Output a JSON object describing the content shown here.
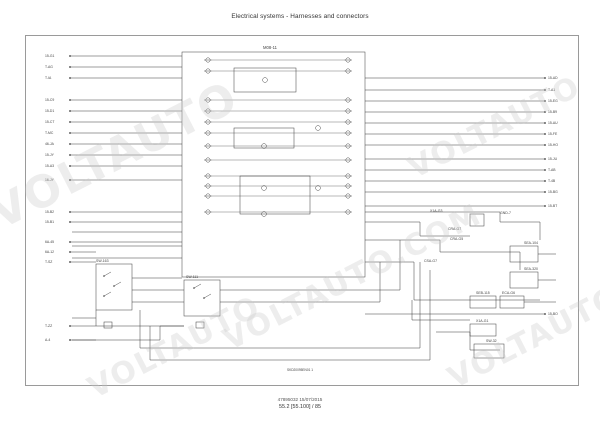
{
  "header": {
    "title": "Electrical systems - Harnesses and connectors"
  },
  "footer": {
    "doc_code": "47895032 15/07/2015",
    "page_ref": "55.2 [55.100] / 85"
  },
  "diagram": {
    "image_ref": "SKD20095EN01   1",
    "main_connector": "M08-11",
    "connectors": [
      {
        "label": "X1A-G3"
      },
      {
        "label": "CRA-G7"
      },
      {
        "label": "CRA-G5"
      },
      {
        "label": "CSA-G7"
      },
      {
        "label": "GND-7"
      },
      {
        "label": "SEA-104"
      },
      {
        "label": "SEA-320"
      },
      {
        "label": "SW-163"
      },
      {
        "label": "SW-111"
      },
      {
        "label": "SEB-115"
      },
      {
        "label": "ECA-G6"
      },
      {
        "label": "X1A-G1"
      },
      {
        "label": "SW-32"
      }
    ],
    "left_terminals": [
      "15-G1",
      "T-AG",
      "T-IA",
      "15-C9",
      "15-D1",
      "15-CT",
      "T-MC",
      "46-JA",
      "15-JY",
      "15-A3",
      "16-JY",
      "15-B2",
      "15-B1",
      "6A-45",
      "6A-12",
      "T-SZ",
      "T-ZZ",
      "A-4"
    ],
    "right_terminals": [
      "15-AD",
      "T-A1",
      "15-EG",
      "15-B9",
      "15-AU",
      "15-FE",
      "15-HO",
      "15-JU",
      "T-AB",
      "T-4B",
      "15-BG",
      "15-BT",
      "15-BO"
    ]
  },
  "colors": {
    "line": "#3a3a3a",
    "frame": "#9a9a9a",
    "watermark": "#c8c8c8"
  }
}
